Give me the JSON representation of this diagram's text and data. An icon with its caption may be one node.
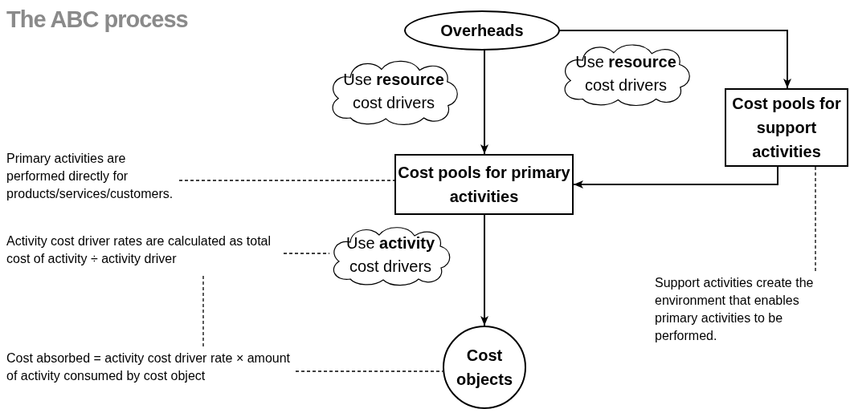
{
  "diagram": {
    "title": "The ABC process",
    "nodes": [
      {
        "text": [
          "Overheads"
        ]
      },
      {
        "text": [
          "Use **resource** cost drivers"
        ]
      },
      {
        "text": [
          "Use **resource** cost drivers"
        ]
      },
      {
        "text": [
          "Cost pools for support activities"
        ]
      },
      {
        "text": [
          "Primary activities are performed directly for products/services/customers."
        ]
      },
      {
        "text": [
          "Cost pools for primary activities"
        ]
      },
      {
        "text": [
          "Activity cost driver rates are calculated as total cost of activity ÷ activity driver"
        ]
      },
      {
        "text": [
          "Use **activity** cost drivers"
        ]
      },
      {
        "text": [
          "Support activities create the environment that enables primary activities to be performed."
        ]
      },
      {
        "text": [
          "Cost absorbed = activity cost driver rate × amount of activity consumed by cost object"
        ]
      },
      {
        "text": [
          "Cost objects"
        ]
      }
    ],
    "edges": [
      {
        "from": 0,
        "to": 5,
        "arrow": "to"
      },
      {
        "from": 0,
        "to": 3,
        "arrow": "to"
      },
      {
        "from": 3,
        "to": 5,
        "arrow": "to"
      },
      {
        "from": 4,
        "to": 5,
        "arrow": "none",
        "style": "dashed"
      },
      {
        "from": 6,
        "to": 7,
        "arrow": "none",
        "style": "dashed"
      },
      {
        "from": 6,
        "to": 9,
        "arrow": "none",
        "style": "dashed"
      },
      {
        "from": 5,
        "to": 10,
        "arrow": "to"
      },
      {
        "from": 3,
        "to": 8,
        "arrow": "none",
        "style": "dashed"
      },
      {
        "from": 9,
        "to": 10,
        "arrow": "none",
        "style": "dashed"
      }
    ]
  }
}
